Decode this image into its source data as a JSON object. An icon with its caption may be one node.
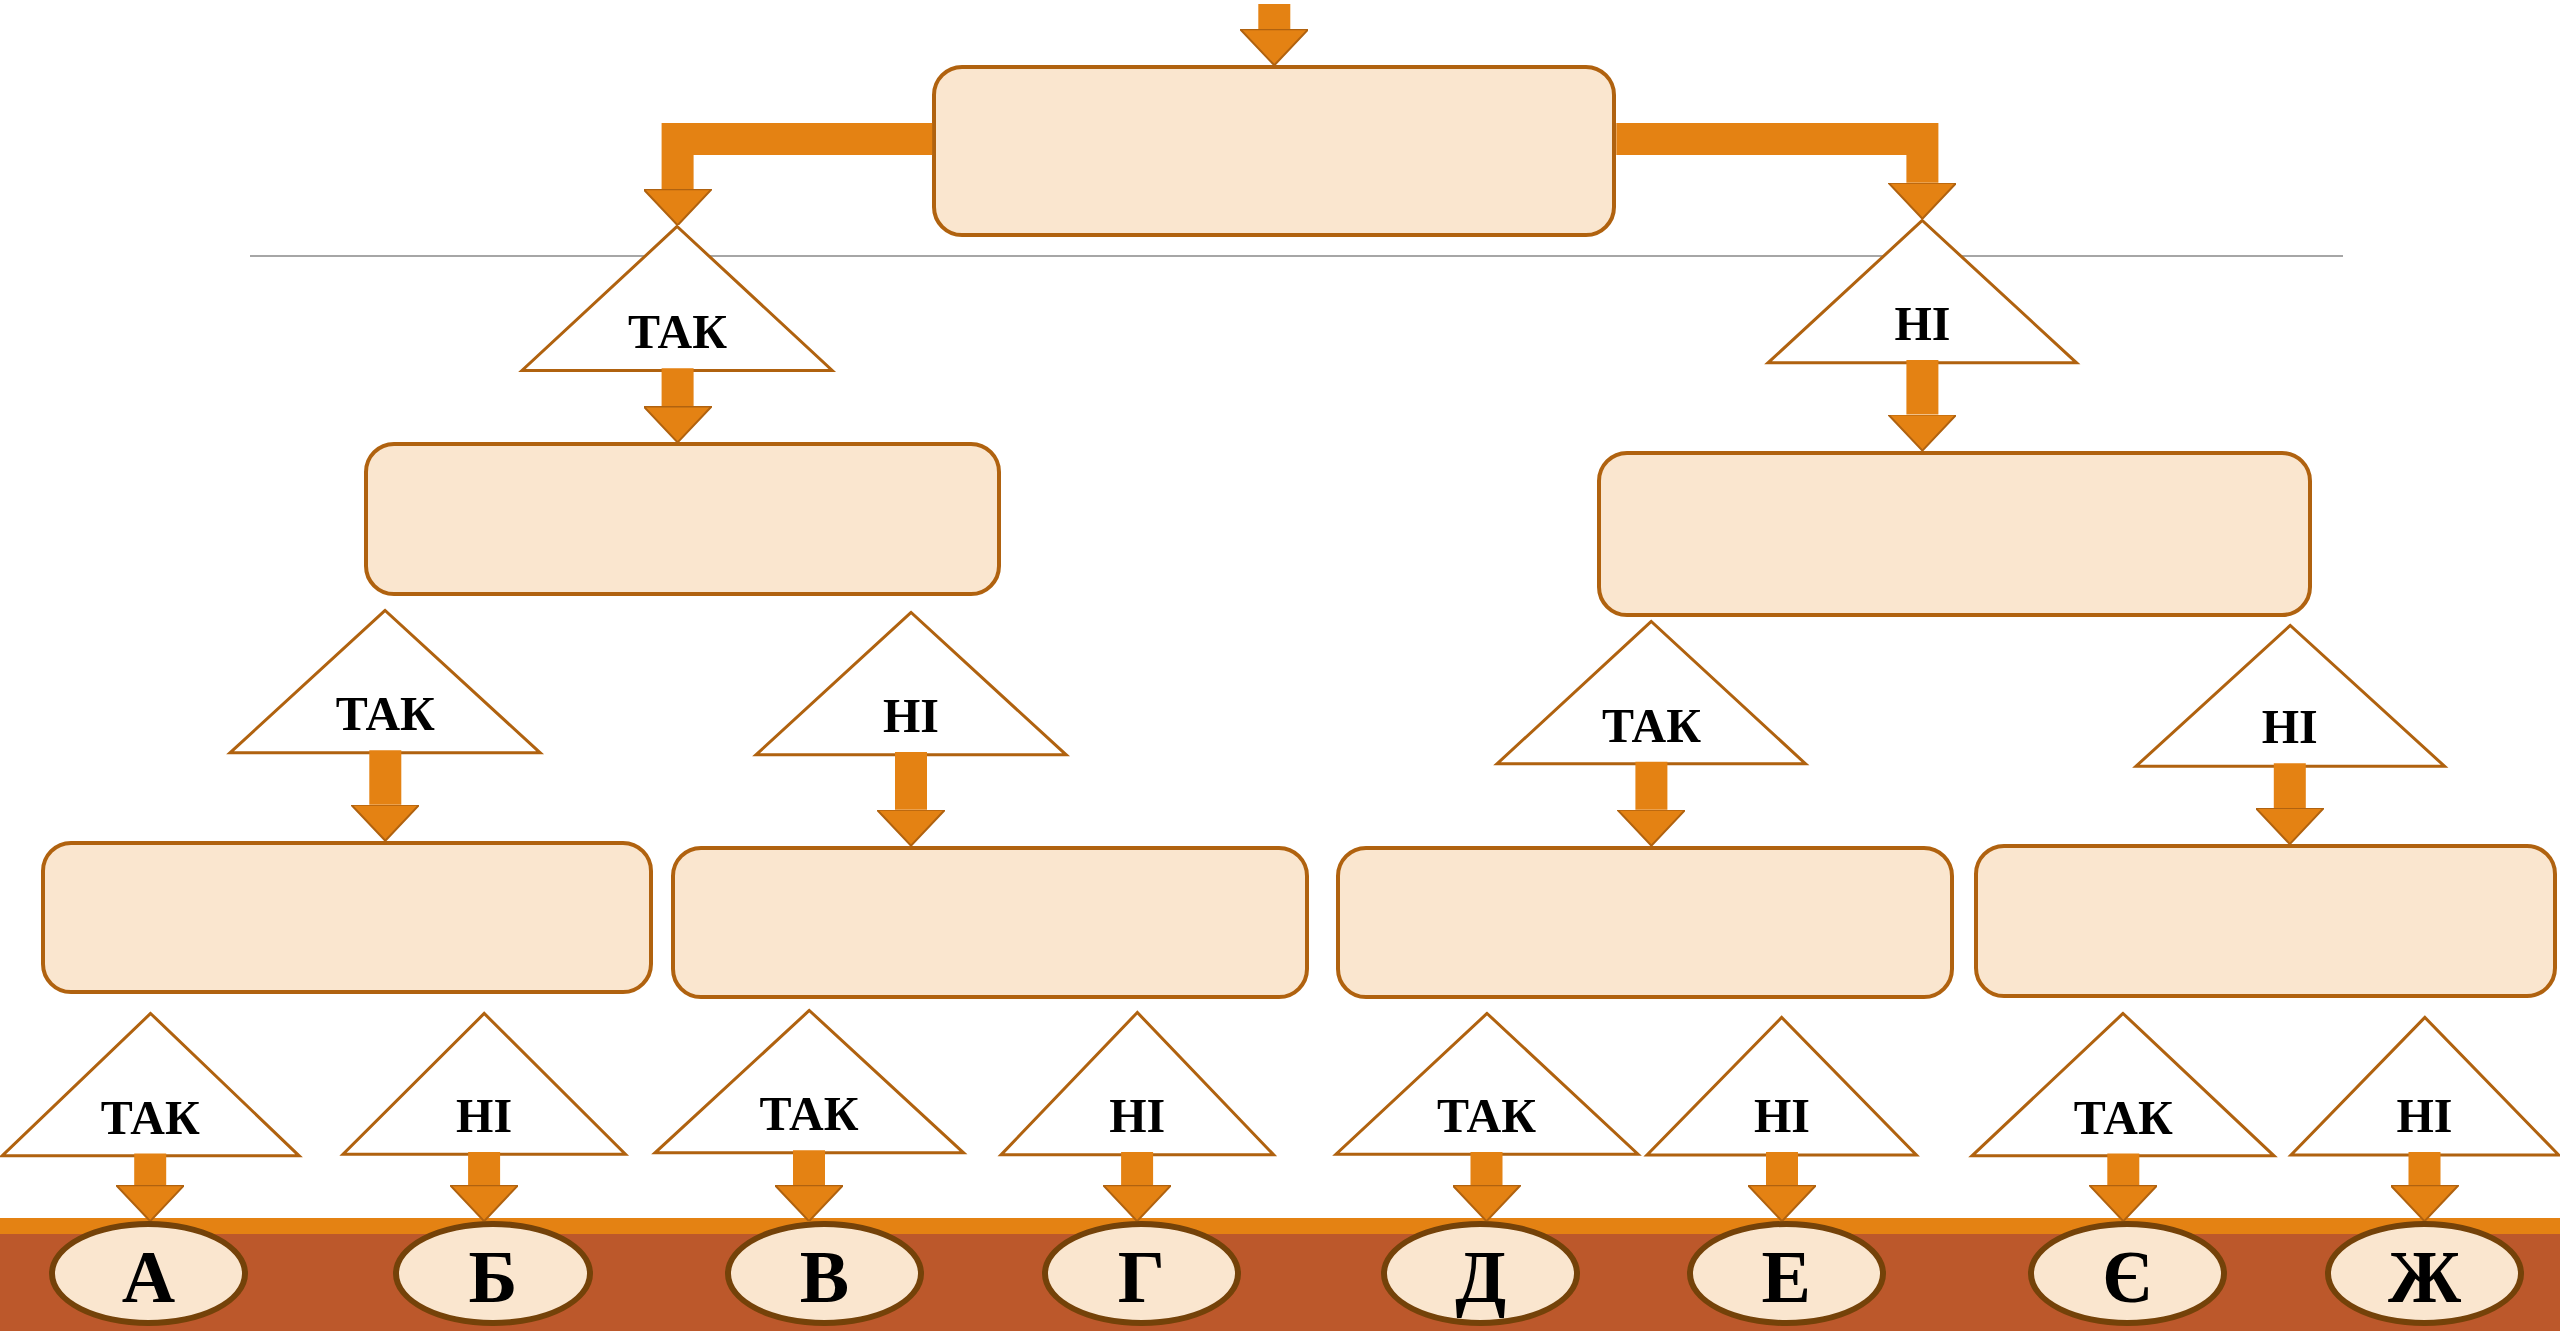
{
  "diagram": {
    "nodes": [
      {
        "text": [],
        "shape": "box"
      },
      {
        "text": [
          "ТАК"
        ]
      },
      {
        "text": [
          "НІ"
        ]
      },
      {
        "text": [],
        "shape": "box"
      },
      {
        "text": [],
        "shape": "box"
      },
      {
        "text": [
          "ТАК"
        ]
      },
      {
        "text": [
          "НІ"
        ]
      },
      {
        "text": [
          "ТАК"
        ]
      },
      {
        "text": [
          "НІ"
        ]
      },
      {
        "text": [],
        "shape": "box"
      },
      {
        "text": [],
        "shape": "box"
      },
      {
        "text": [],
        "shape": "box"
      },
      {
        "text": [],
        "shape": "box"
      },
      {
        "text": [
          "ТАК"
        ]
      },
      {
        "text": [
          "НІ"
        ]
      },
      {
        "text": [
          "ТАК"
        ]
      },
      {
        "text": [
          "НІ"
        ]
      },
      {
        "text": [
          "ТАК"
        ]
      },
      {
        "text": [
          "НІ"
        ]
      },
      {
        "text": [
          "ТАК"
        ]
      },
      {
        "text": [
          "НІ"
        ]
      },
      {
        "text": [
          "А"
        ]
      },
      {
        "text": [
          "Б"
        ]
      },
      {
        "text": [
          "В"
        ]
      },
      {
        "text": [
          "Г"
        ]
      },
      {
        "text": [
          "Д"
        ]
      },
      {
        "text": [
          "Е"
        ]
      },
      {
        "text": [
          "Є"
        ]
      },
      {
        "text": [
          "Ж"
        ]
      }
    ],
    "edges": [
      {
        "from": null,
        "to": 0,
        "arrow": "to"
      },
      {
        "from": 0,
        "to": 1,
        "arrow": "to"
      },
      {
        "from": 0,
        "to": 2,
        "arrow": "to"
      },
      {
        "from": 1,
        "to": 3,
        "arrow": "to"
      },
      {
        "from": 2,
        "to": 4,
        "arrow": "to"
      },
      {
        "from": 5,
        "to": 9,
        "arrow": "to"
      },
      {
        "from": 6,
        "to": 10,
        "arrow": "to"
      },
      {
        "from": 7,
        "to": 11,
        "arrow": "to"
      },
      {
        "from": 8,
        "to": 12,
        "arrow": "to"
      },
      {
        "from": 13,
        "to": 21,
        "arrow": "to"
      },
      {
        "from": 14,
        "to": 22,
        "arrow": "to"
      },
      {
        "from": 15,
        "to": 23,
        "arrow": "to"
      },
      {
        "from": 16,
        "to": 24,
        "arrow": "to"
      },
      {
        "from": 17,
        "to": 25,
        "arrow": "to"
      },
      {
        "from": 18,
        "to": 26,
        "arrow": "to"
      },
      {
        "from": 19,
        "to": 27,
        "arrow": "to"
      },
      {
        "from": 20,
        "to": 28,
        "arrow": "to"
      }
    ]
  }
}
